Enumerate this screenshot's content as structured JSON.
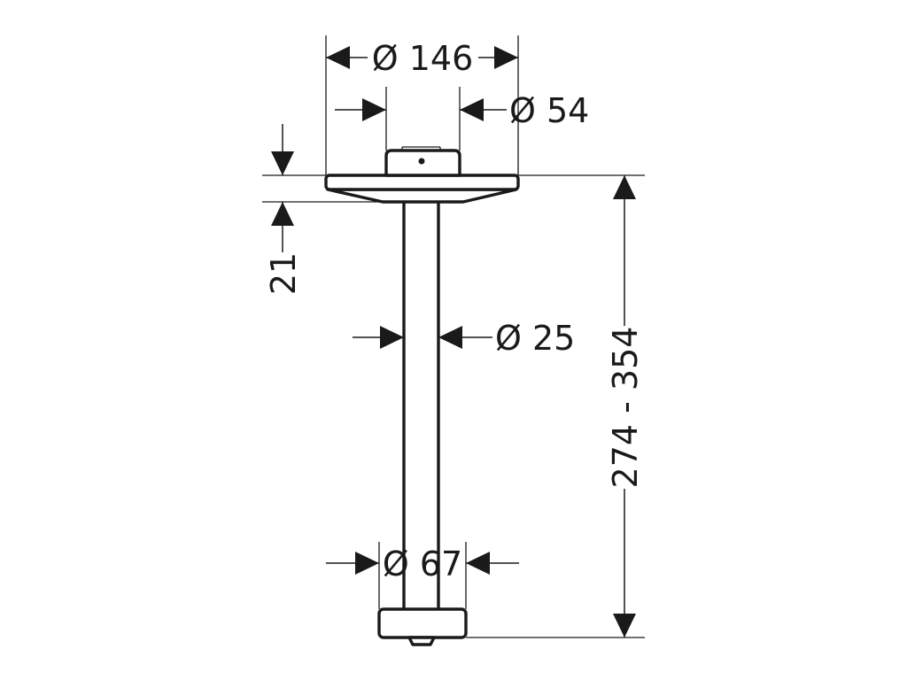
{
  "dimensions": {
    "flange_diameter": "Ø 146",
    "cap_diameter": "Ø 54",
    "flange_height": "21",
    "pipe_diameter": "Ø 25",
    "connector_diameter": "Ø 67",
    "overall_length": "274 - 354"
  },
  "colors": {
    "line": "#1a1a1a",
    "background": "#ffffff"
  }
}
